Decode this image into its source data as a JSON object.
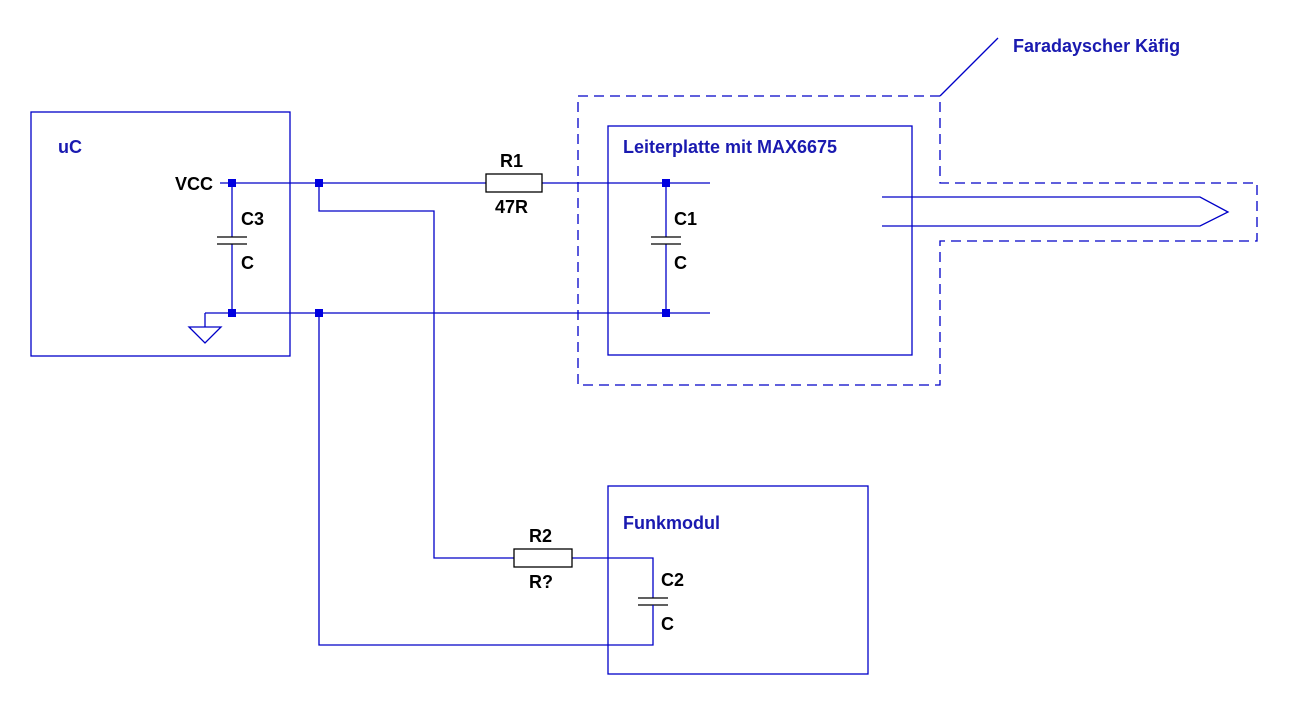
{
  "blocks": {
    "uc": "uC",
    "pcb": "Leiterplatte mit MAX6675",
    "radio": "Funkmodul",
    "cage": "Faradayscher Käfig"
  },
  "nets": {
    "vcc": "VCC"
  },
  "components": {
    "r1": {
      "ref": "R1",
      "value": "47R"
    },
    "r2": {
      "ref": "R2",
      "value": "R?"
    },
    "c1": {
      "ref": "C1",
      "value": "C"
    },
    "c2": {
      "ref": "C2",
      "value": "C"
    },
    "c3": {
      "ref": "C3",
      "value": "C"
    }
  },
  "colors": {
    "wire": "#0000c8",
    "block_label": "#1a1ab0",
    "component_label": "#000000",
    "background": "#ffffff"
  }
}
